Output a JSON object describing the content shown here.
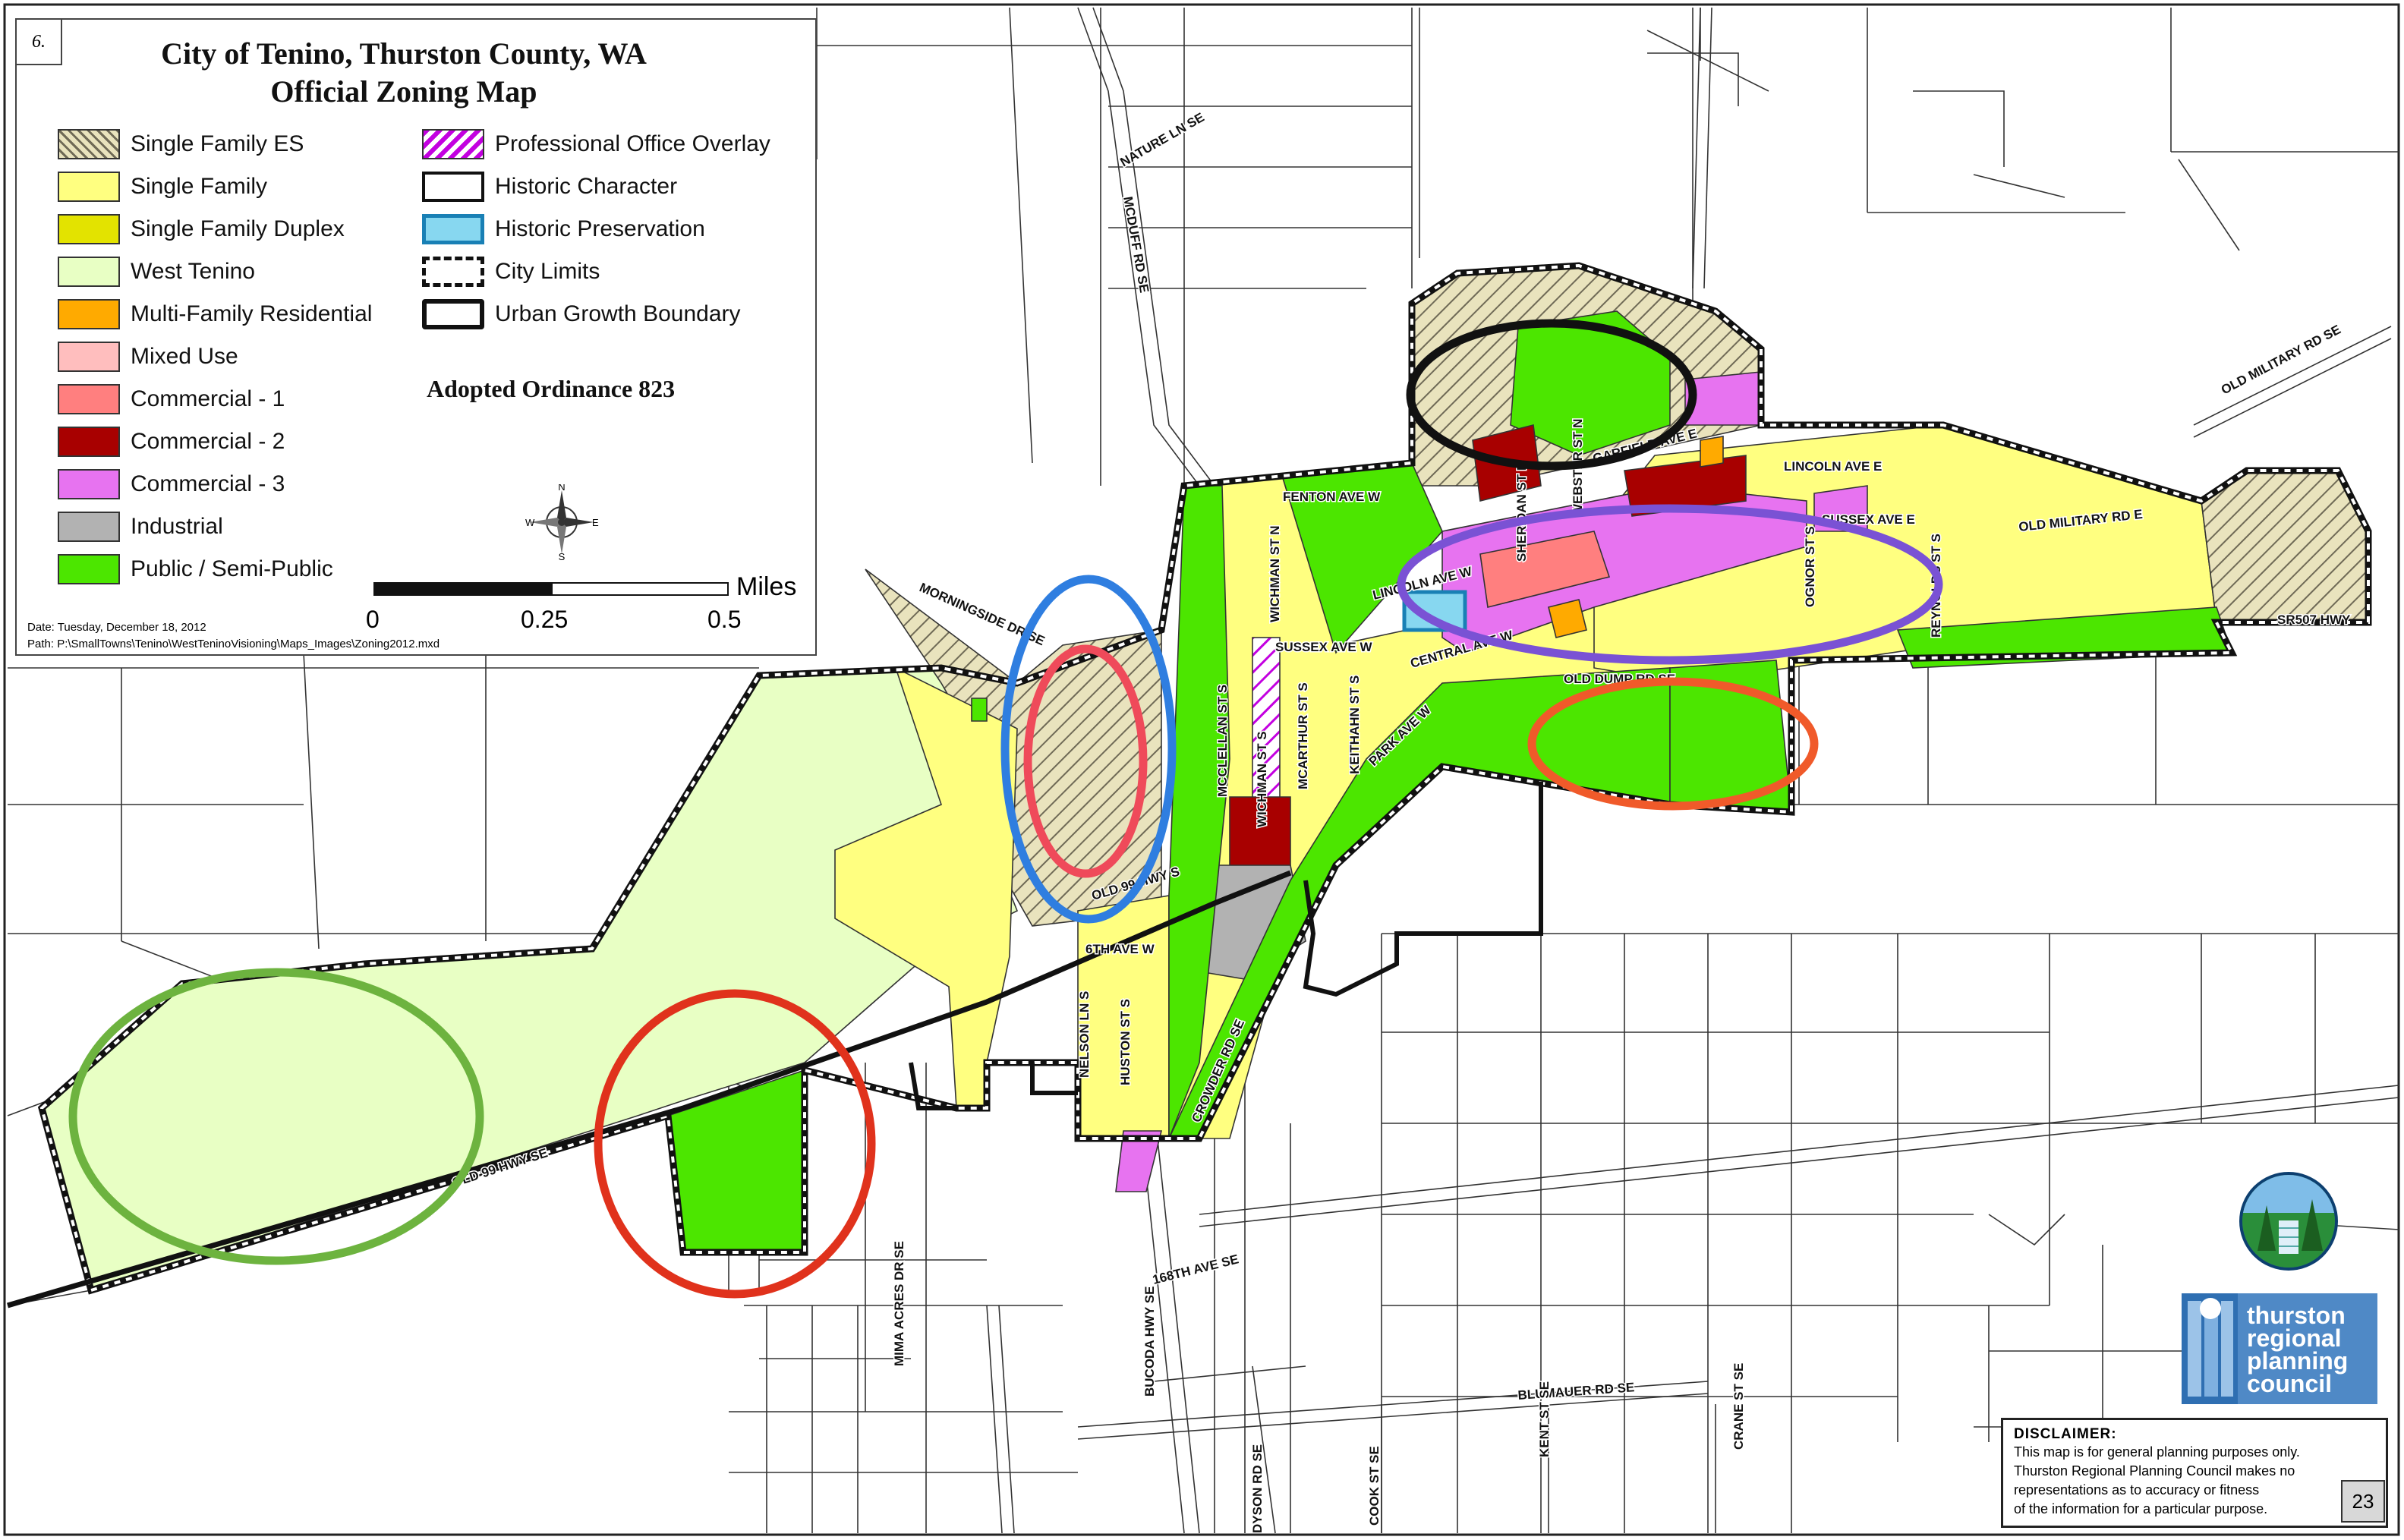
{
  "title_line1": "City of Tenino, Thurston County, WA",
  "title_line2": "Official Zoning Map",
  "page_marker": "6.",
  "legend": {
    "left_items": [
      {
        "label": "Single Family ES",
        "color": "#e9e3bd",
        "pattern": "hatch"
      },
      {
        "label": "Single Family",
        "color": "#ffff80"
      },
      {
        "label": "Single Family Duplex",
        "color": "#e3e300"
      },
      {
        "label": "West Tenino",
        "color": "#e8ffc4"
      },
      {
        "label": "Multi-Family Residential",
        "color": "#ffaa00"
      },
      {
        "label": "Mixed Use",
        "color": "#ffbebe"
      },
      {
        "label": "Commercial - 1",
        "color": "#ff7f7f"
      },
      {
        "label": "Commercial - 2",
        "color": "#a80000"
      },
      {
        "label": "Commercial - 3",
        "color": "#e773f0"
      },
      {
        "label": "Industrial",
        "color": "#b2b2b2"
      },
      {
        "label": "Public / Semi-Public",
        "color": "#4ce600"
      }
    ],
    "right_items": [
      {
        "label": "Professional Office Overlay",
        "style": "magenta-hatch"
      },
      {
        "label": "Historic Character",
        "style": "black-outline"
      },
      {
        "label": "Historic Preservation",
        "style": "blue-outline"
      },
      {
        "label": "City Limits",
        "style": "dashed-boundary"
      },
      {
        "label": "Urban Growth Boundary",
        "style": "heavy-outline"
      }
    ],
    "ordinance": "Adopted Ordinance 823",
    "north_arrow": {
      "n": "N",
      "e": "E",
      "s": "S",
      "w": "W"
    },
    "scale": {
      "ticks": [
        "0",
        "0.25",
        "0.5"
      ],
      "units": "Miles"
    },
    "date": "Date: Tuesday, December 18, 2012",
    "path": "Path: P:\\SmallTowns\\Tenino\\WestTeninoVisioning\\Maps_Images\\Zoning2012.mxd"
  },
  "streets": {
    "nature_ln": "NATURE LN SE",
    "mcduff": "MCDUFF RD SE",
    "old_military_ne": "OLD MILITARY RD SE",
    "morningside": "MORNINGSIDE DR SE",
    "fenton": "FENTON AVE W",
    "lincoln_e": "LINCOLN AVE E",
    "lincoln_w": "LINCOLN AVE W",
    "garfield_e": "GARFIELD AVE E",
    "sussex_e": "SUSSEX AVE E",
    "sussex_w": "SUSSEX AVE W",
    "old_military_e": "OLD MILITARY RD E",
    "sr507": "SR507 HWY",
    "central_w": "CENTRAL AVE W",
    "old_dump": "OLD DUMP RD SE",
    "park_ave": "PARK AVE W",
    "wichman_n": "WICHMAN ST N",
    "wichman_s": "WICHMAN ST S",
    "mcclellan": "MCCLELLAN ST S",
    "mcarthur": "MCARTHUR ST S",
    "keithahn": "KEITHAHN ST S",
    "ognor": "OGNOR ST S",
    "reynolds": "REYNOLDS ST S",
    "webster": "WEBSTER ST N",
    "sheridan": "SHERIDAN ST N",
    "old_99_s": "OLD 99 HWY S",
    "sixth_ave": "6TH AVE W",
    "nelson": "NELSON LN S",
    "huston": "HUSTON ST S",
    "crowder": "CROWDER RD SE",
    "old_99_se": "OLD 99 HWY SE",
    "miramar": "MIMA ACRES DR SE",
    "bucoda": "BUCODA HWY SE",
    "ave_168": "168TH AVE SE",
    "blumauer": "BLUMAUER RD SE",
    "dyson": "DYSON RD SE",
    "cook": "COOK ST SE",
    "kent": "KENT ST SE",
    "crane": "CRANE ST SE"
  },
  "annotation_colors": {
    "green": "#6db33f",
    "red": "#e0321c",
    "blue": "#2f7ee0",
    "pink": "#ef4a5a",
    "purple": "#7a52d4",
    "orange": "#f05a2a",
    "black": "#111111"
  },
  "disclaimer": {
    "title": "DISCLAIMER:",
    "lines": [
      "This map is for general planning purposes only.",
      "Thurston Regional Planning Council makes no",
      "representations as to accuracy or fitness",
      "of the information for a particular purpose."
    ]
  },
  "page_number": "23",
  "agency": {
    "line1": "thurston",
    "line2": "regional",
    "line3": "planning",
    "line4": "council",
    "mark": "TRPC"
  }
}
